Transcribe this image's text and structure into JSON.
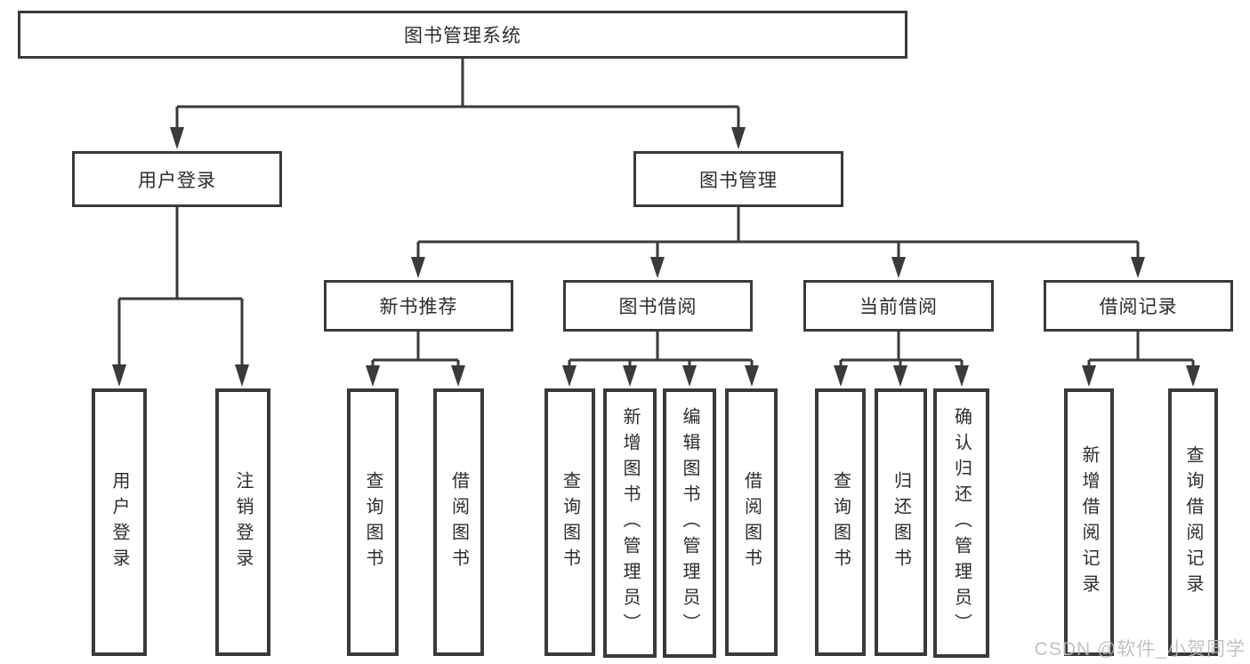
{
  "colors": {
    "line": "#3a3a3a",
    "box_border": "#3a3a3a",
    "text": "#2d2d2d",
    "watermark": "#b9bdc0",
    "background": "#ffffff"
  },
  "tree": {
    "root": {
      "label": "图书管理系统"
    },
    "branches": [
      {
        "label": "用户登录",
        "leaves": [
          {
            "label": "用户登录"
          },
          {
            "label": "注销登录"
          }
        ]
      },
      {
        "label": "图书管理",
        "groups": [
          {
            "label": "新书推荐",
            "leaves": [
              {
                "label": "查询图书"
              },
              {
                "label": "借阅图书"
              }
            ]
          },
          {
            "label": "图书借阅",
            "leaves": [
              {
                "label": "查询图书"
              },
              {
                "label": "新增图书（管理员）"
              },
              {
                "label": "编辑图书（管理员）"
              },
              {
                "label": "借阅图书"
              }
            ]
          },
          {
            "label": "当前借阅",
            "leaves": [
              {
                "label": "查询图书"
              },
              {
                "label": "归还图书"
              },
              {
                "label": "确认归还（管理员）"
              }
            ]
          },
          {
            "label": "借阅记录",
            "leaves": [
              {
                "label": "新增借阅记录"
              },
              {
                "label": "查询借阅记录"
              }
            ]
          }
        ]
      }
    ]
  },
  "watermark": {
    "text": "CSDN @软件_小贺同学"
  }
}
